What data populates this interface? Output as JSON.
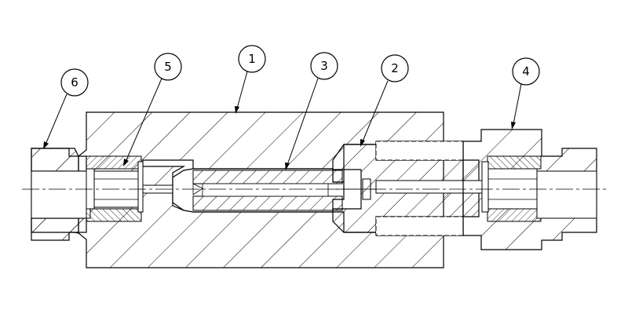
{
  "diagram": {
    "callouts": [
      {
        "id": "c1",
        "label": "1"
      },
      {
        "id": "c2",
        "label": "2"
      },
      {
        "id": "c3",
        "label": "3"
      },
      {
        "id": "c4",
        "label": "4"
      },
      {
        "id": "c5",
        "label": "5"
      },
      {
        "id": "c6",
        "label": "6"
      }
    ],
    "colors": {
      "line": "#000000",
      "background": "#ffffff"
    }
  }
}
